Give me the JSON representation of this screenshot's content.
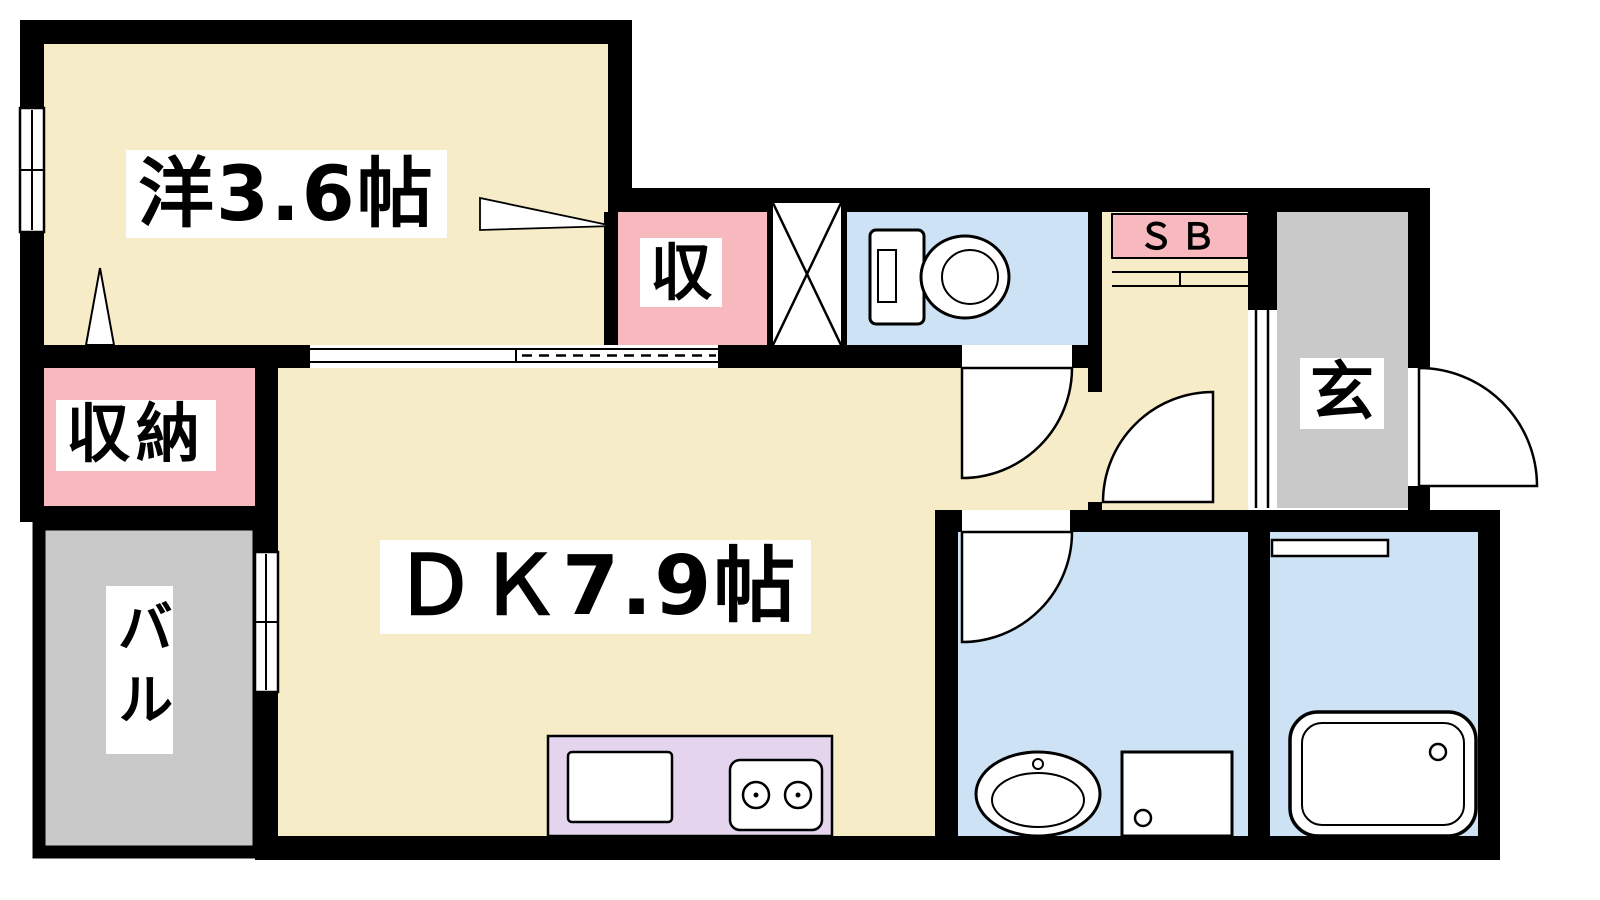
{
  "floorplan": {
    "rooms": {
      "western_room": {
        "label": "洋3.6帖"
      },
      "dining_kitchen": {
        "label": "ＤＫ7.9帖"
      },
      "closet": {
        "label": "収"
      },
      "storage": {
        "label": "収納"
      },
      "shoe_box": {
        "label": "ＳＢ"
      },
      "entrance": {
        "label": "玄"
      },
      "balcony": {
        "label": "バル"
      }
    },
    "fixtures": [
      "toilet",
      "washbasin",
      "washing-machine",
      "bathtub",
      "kitchen-sink",
      "gas-stove",
      "shoe-shelf",
      "pipe-space",
      "sliding-door",
      "entrance-door"
    ],
    "colors": {
      "room_floor": "#F7ECC8",
      "closet_pink": "#F8B9BE",
      "wet_area_blue": "#CDE2F4",
      "outdoor_gray": "#C9C9C9",
      "kitchen_counter": "#E4D4EE",
      "wall": "#000000",
      "background": "#FFFFFF"
    }
  }
}
